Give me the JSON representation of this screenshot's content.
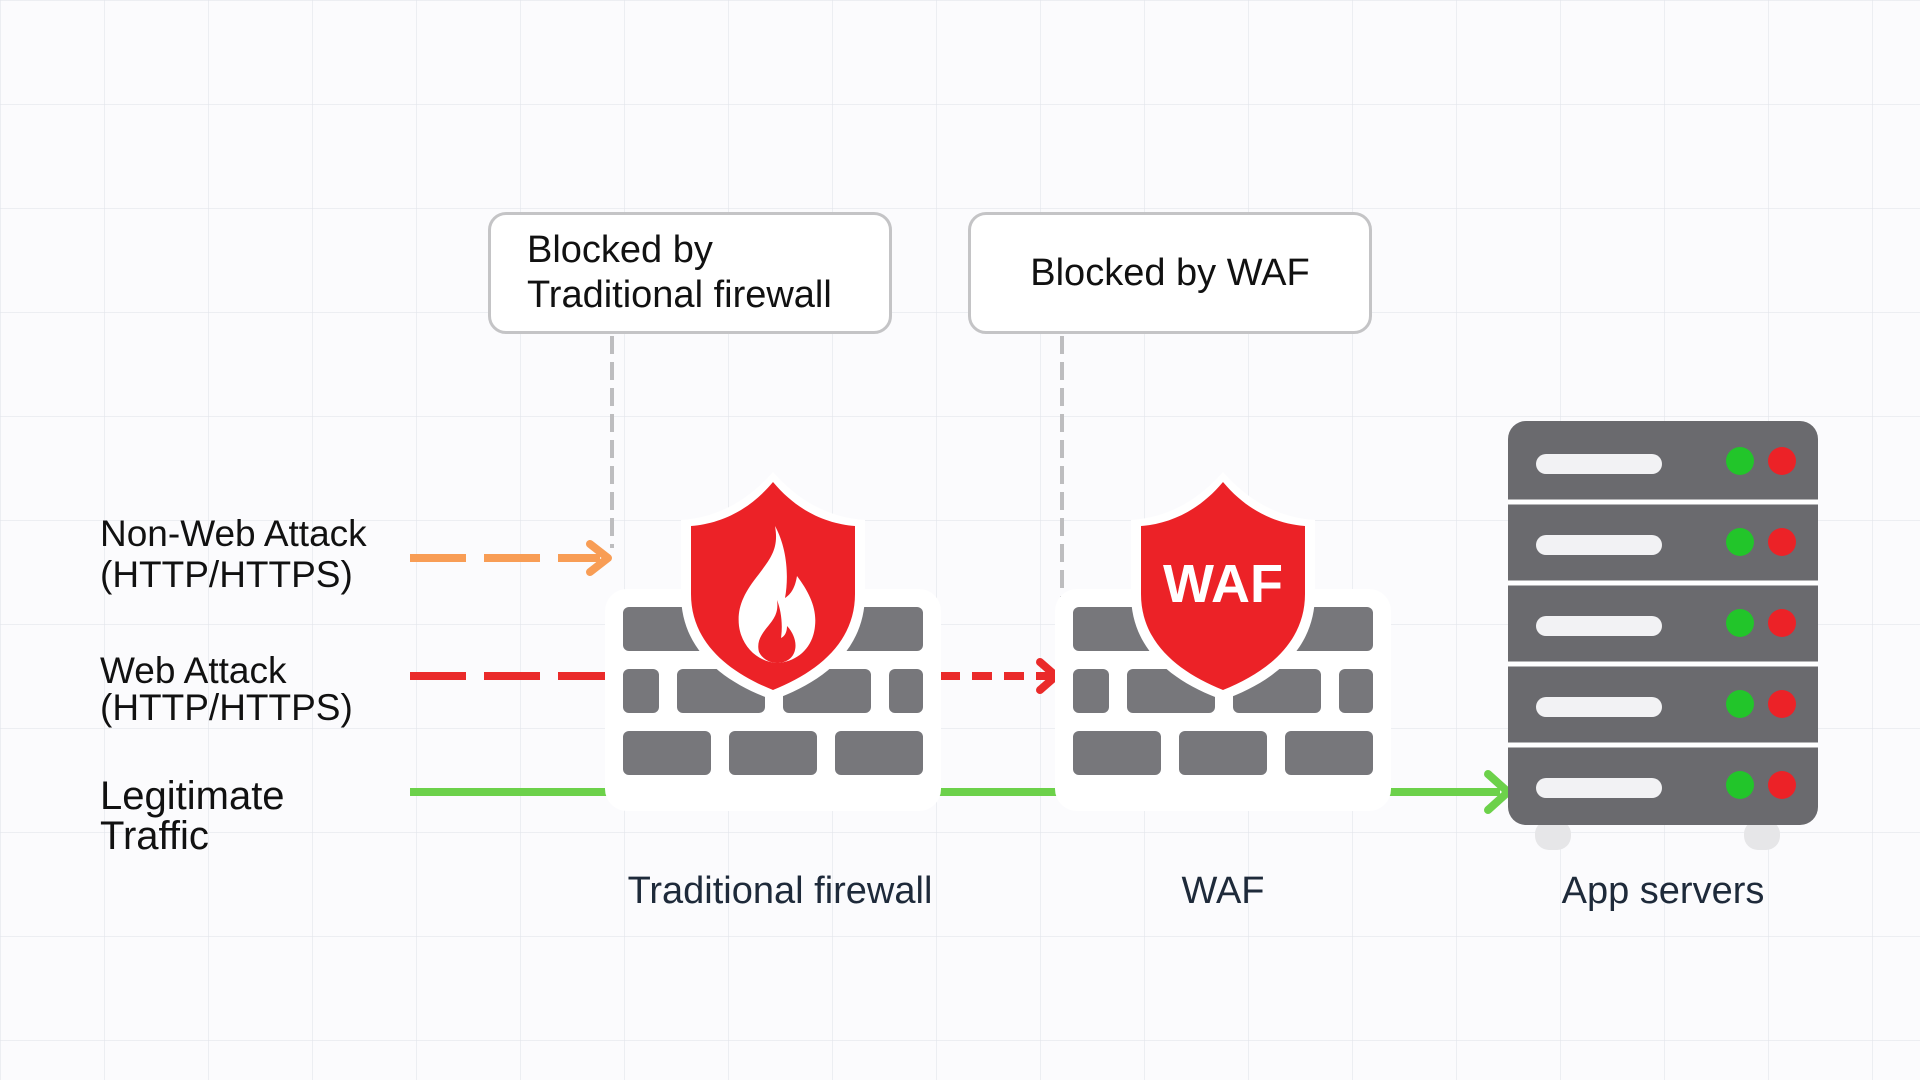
{
  "callouts": {
    "traditional": {
      "line1": "Blocked by",
      "line2": "Traditional firewall"
    },
    "waf": "Blocked by WAF"
  },
  "traffic": {
    "non_web": {
      "line1": "Non-Web Attack",
      "line2": "(HTTP/HTTPS)"
    },
    "web": {
      "line1": "Web Attack",
      "line2": "(HTTP/HTTPS)"
    },
    "legit": {
      "line1": "Legitimate",
      "line2": "Traffic"
    }
  },
  "components": {
    "firewall": "Traditional firewall",
    "waf": "WAF",
    "waf_badge": "WAF",
    "servers": "App servers"
  },
  "colors": {
    "non_web_attack": "#f89d55",
    "web_attack": "#ea2a2a",
    "legitimate": "#6cd14a",
    "shield": "#ec2227",
    "brick": "#77777b",
    "server": "#6a6a6e",
    "led_green": "#22c52a",
    "led_red": "#ec2227",
    "connector": "#bdbdbf"
  },
  "icons": [
    "fire-icon",
    "brick-wall-icon",
    "shield-icon",
    "server-rack-icon"
  ]
}
